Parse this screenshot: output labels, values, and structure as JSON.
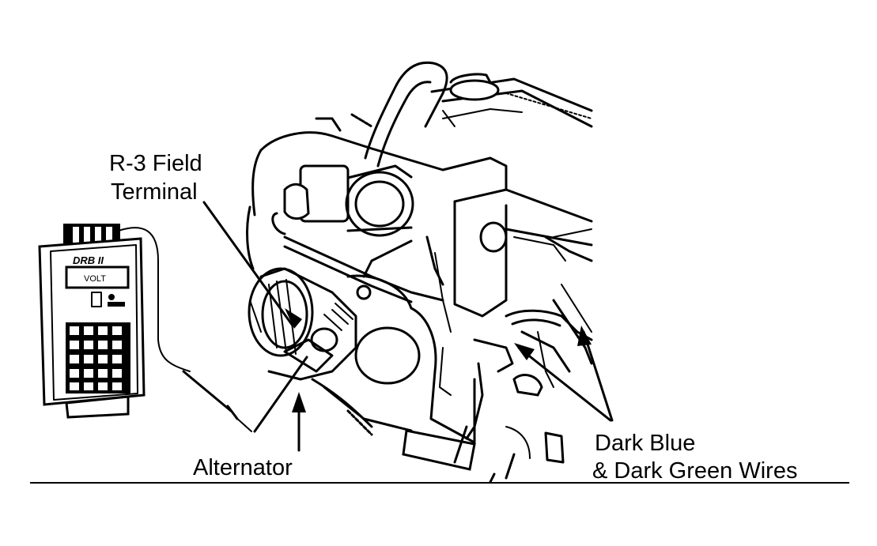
{
  "labels": {
    "field_terminal_line1": "R-3 Field",
    "field_terminal_line2": "Terminal",
    "alternator": "Alternator",
    "wires_line1": "Dark Blue",
    "wires_line2": "& Dark Green Wires"
  },
  "tester": {
    "brand": "DRB II",
    "display": "VOLT"
  }
}
